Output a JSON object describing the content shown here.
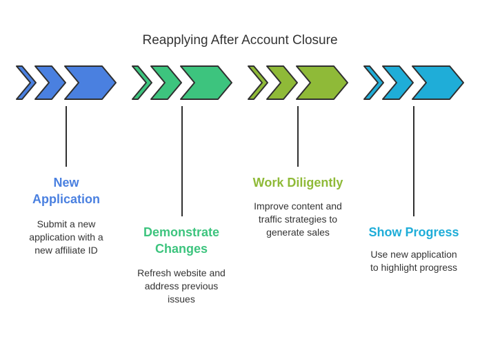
{
  "title": "Reapplying After Account Closure",
  "steps": [
    {
      "title_lines": [
        "New",
        "Application"
      ],
      "desc_lines": [
        "Submit a new",
        "application with a",
        "new affiliate ID"
      ],
      "color": "#4a80e0"
    },
    {
      "title_lines": [
        "Demonstrate",
        "Changes"
      ],
      "desc_lines": [
        "Refresh website and",
        "address previous",
        "issues"
      ],
      "color": "#3dc47e"
    },
    {
      "title_lines": [
        "Work Diligently"
      ],
      "desc_lines": [
        "Improve content and",
        "traffic strategies to",
        "generate sales"
      ],
      "color": "#8fba38"
    },
    {
      "title_lines": [
        "Show Progress"
      ],
      "desc_lines": [
        "Use new application",
        "to highlight progress"
      ],
      "color": "#1fadd8"
    }
  ]
}
